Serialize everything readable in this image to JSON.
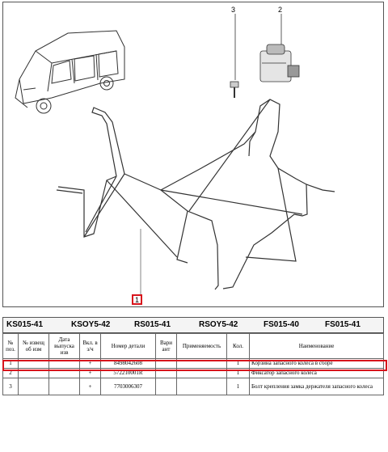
{
  "diagram": {
    "callouts": [
      "3",
      "2"
    ],
    "main_callout": "1"
  },
  "codes": [
    "KS015-41",
    "KSOY5-42",
    "RS015-41",
    "RSOY5-42",
    "FS015-40",
    "FS015-41"
  ],
  "table": {
    "headers": [
      "№ поз.",
      "№ извещ об изм",
      "Дата выпуска изв",
      "Вкл. в з/ч",
      "Номер детали",
      "Вари ант",
      "Применяемость",
      "Кол.",
      "Наименование"
    ],
    "rows": [
      {
        "pos": "1",
        "notice": "",
        "date": "",
        "incl": "+",
        "part": "8498042608",
        "variant": "",
        "applic": "",
        "qty": "1",
        "name": "Корзина запасного колеса в сборе"
      },
      {
        "pos": "2",
        "notice": "",
        "date": "",
        "incl": "+",
        "part": "572210001R",
        "variant": "",
        "applic": "",
        "qty": "1",
        "name": "Фиксатор запасного колеса"
      },
      {
        "pos": "3",
        "notice": "",
        "date": "",
        "incl": "+",
        "part": "7703006307",
        "variant": "",
        "applic": "",
        "qty": "1",
        "name": "Болт крепления замка держателя запасного колеса"
      }
    ]
  },
  "colors": {
    "highlight": "#d8141c",
    "line": "#333333"
  }
}
